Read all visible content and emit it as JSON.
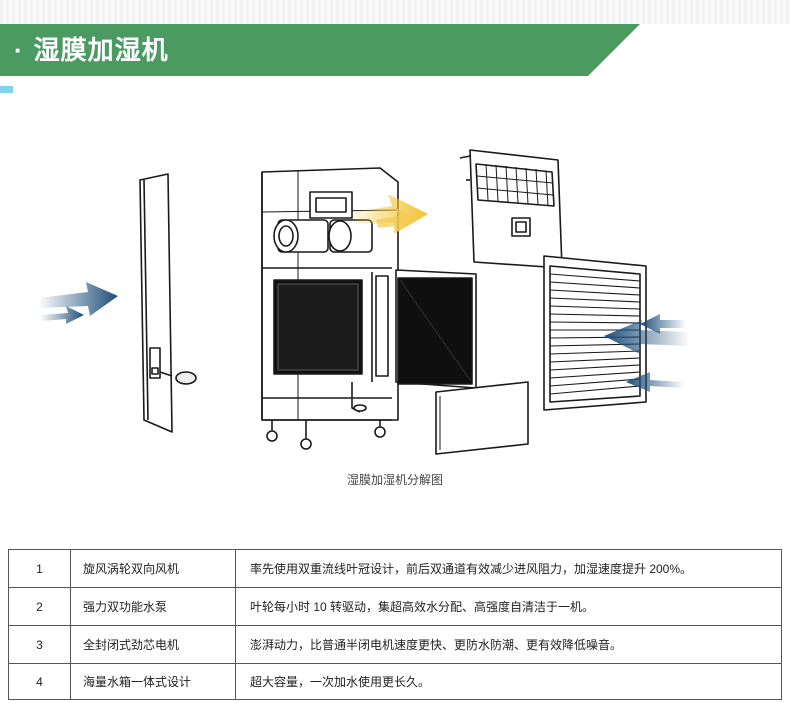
{
  "header": {
    "bullet": "·",
    "title": "湿膜加湿机",
    "banner_color": "#4a9a62"
  },
  "diagram": {
    "caption": "湿膜加湿机分解图",
    "arrow_colors": {
      "inflow": "#1f4f7a",
      "outflow": "#f1c232"
    }
  },
  "specs": {
    "rows": [
      {
        "num": "1",
        "name": "旋风涡轮双向风机",
        "desc": "率先使用双重流线叶冠设计，前后双通道有效减少进风阻力，加湿速度提升 200%。"
      },
      {
        "num": "2",
        "name": "强力双功能水泵",
        "desc": "叶轮每小时 10 转驱动，集超高效水分配、高强度自清洁于一机。"
      },
      {
        "num": "3",
        "name": "全封闭式劲芯电机",
        "desc": "澎湃动力，比普通半闭电机速度更快、更防水防潮、更有效降低噪音。"
      },
      {
        "num": "4",
        "name": "海量水箱一体式设计",
        "desc": "超大容量，一次加水使用更长久。"
      }
    ]
  }
}
